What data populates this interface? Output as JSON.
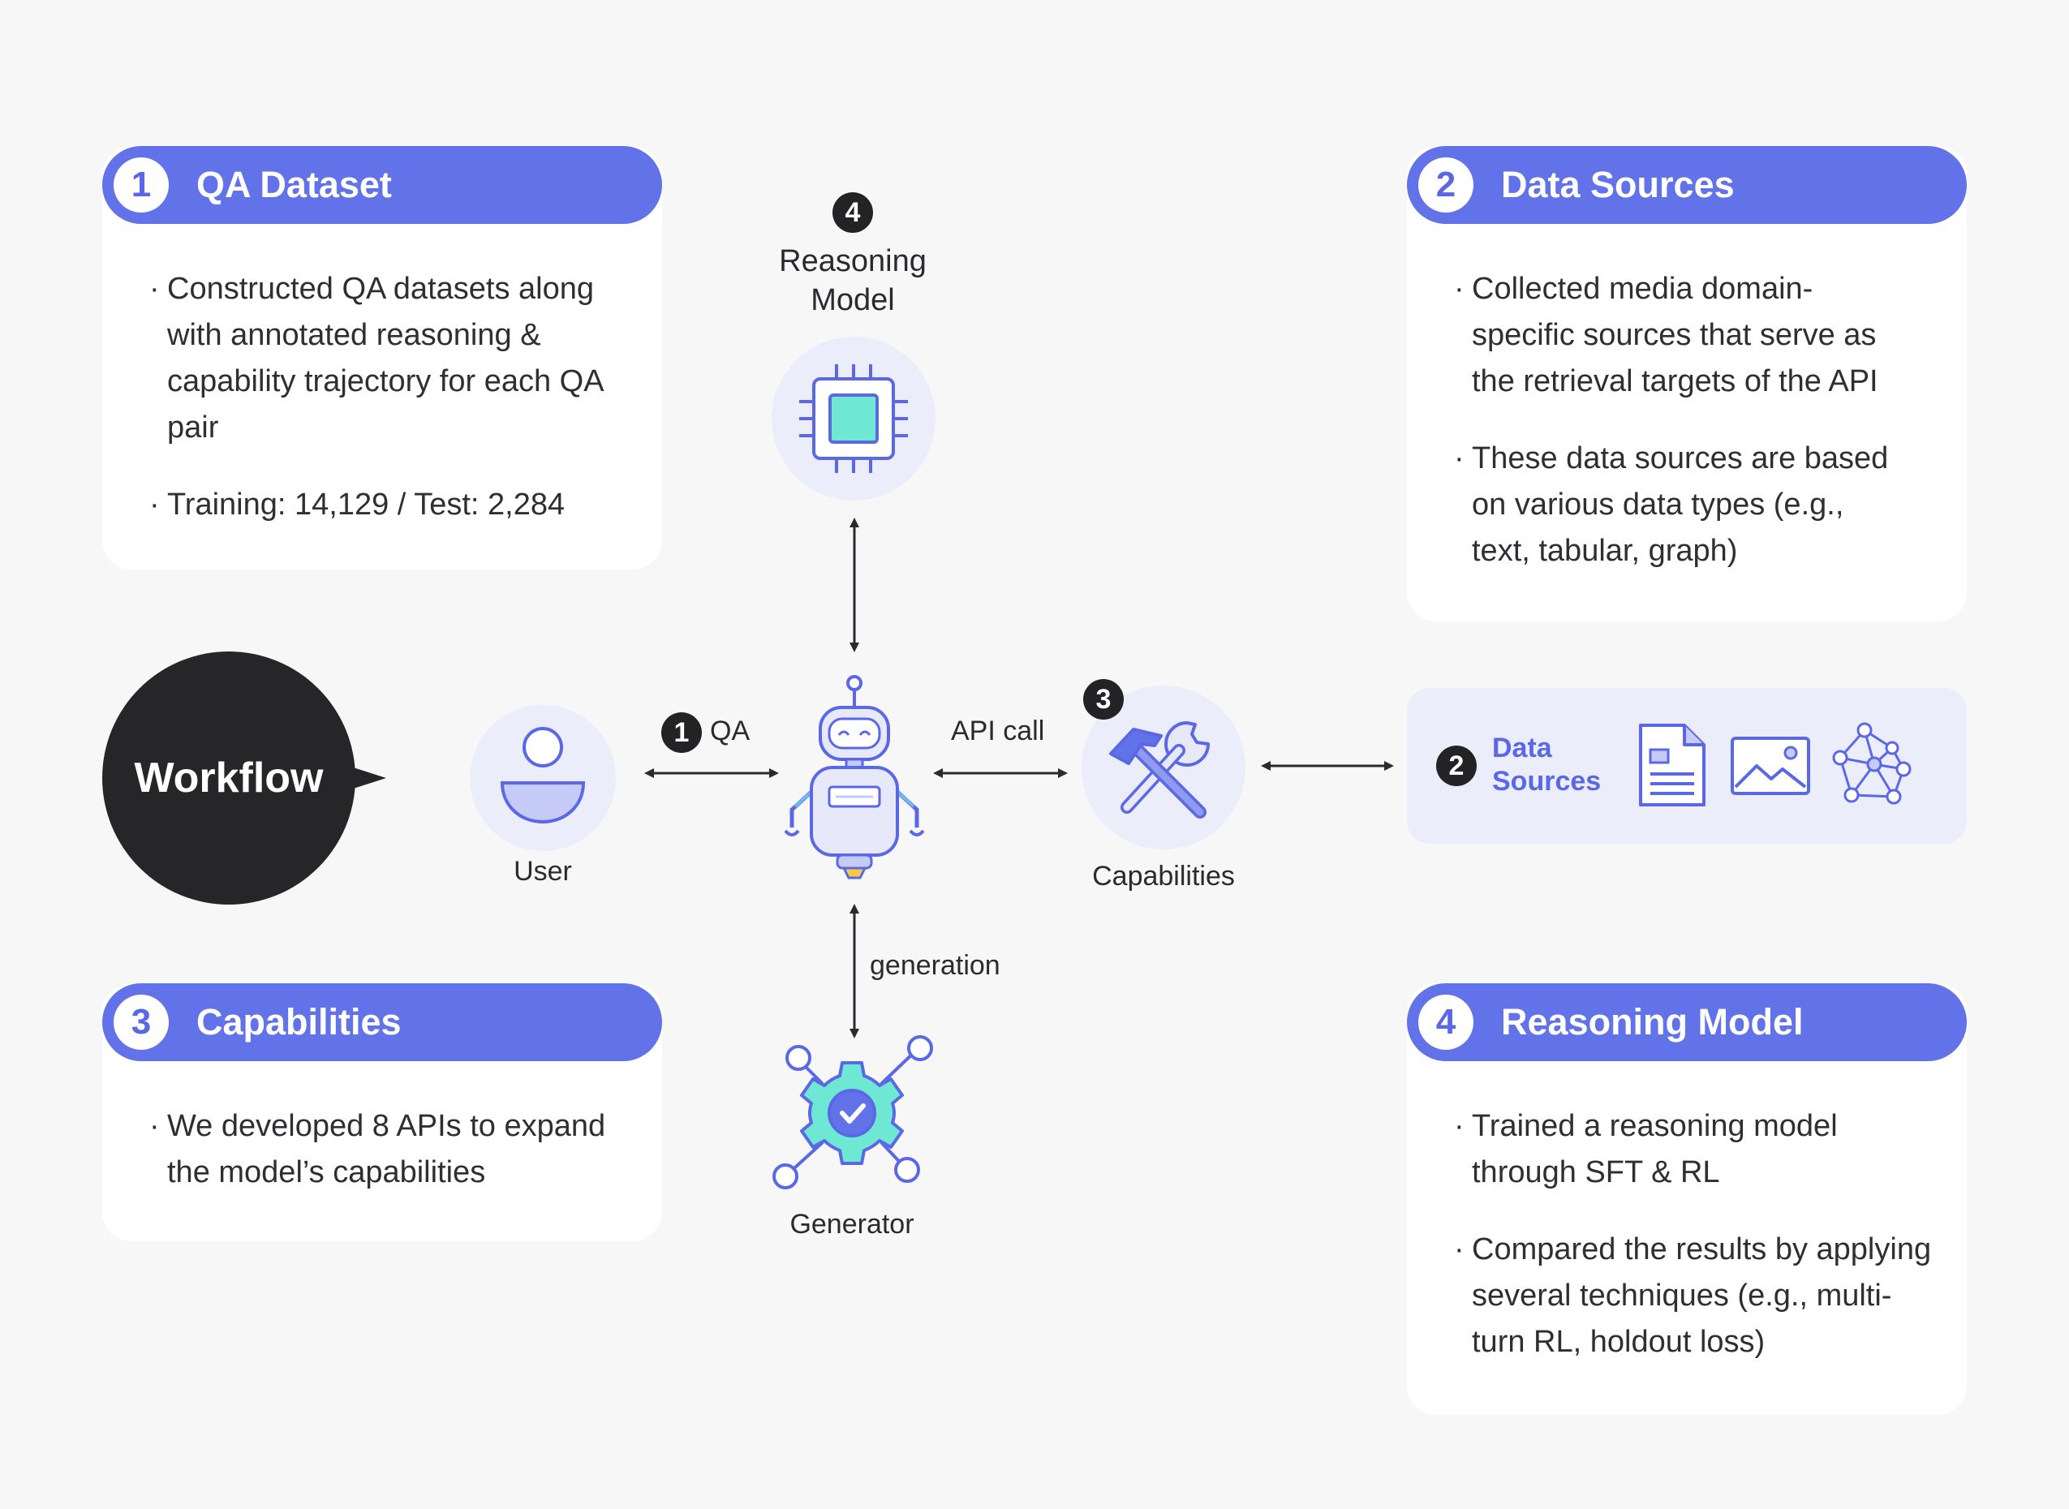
{
  "cards": {
    "qa_dataset": {
      "number": "1",
      "title": "QA Dataset",
      "bullets": [
        "Constructed QA datasets along with annotated reasoning & capability trajectory for each QA pair",
        "Training: 14,129 / Test: 2,284"
      ]
    },
    "data_sources": {
      "number": "2",
      "title": "Data Sources",
      "bullets": [
        "Collected media domain-specific sources that serve as the retrieval targets of the API",
        "These data sources are based on various data types (e.g., text, tabular, graph)"
      ]
    },
    "capabilities": {
      "number": "3",
      "title": "Capabilities",
      "bullets": [
        "We developed 8 APIs to expand the model’s capabilities"
      ]
    },
    "reasoning_model": {
      "number": "4",
      "title": "Reasoning Model",
      "bullets": [
        "Trained a reasoning model through SFT & RL",
        "Compared the results by applying several techniques (e.g., multi-turn RL, holdout loss)"
      ]
    }
  },
  "workflow": {
    "label": "Workflow",
    "user_label": "User",
    "qa_number": "1",
    "qa_label": "QA",
    "api_call_label": "API call",
    "capabilities_number": "3",
    "capabilities_label": "Capabilities",
    "reasoning_number": "4",
    "reasoning_label_line1": "Reasoning",
    "reasoning_label_line2": "Model",
    "generation_label": "generation",
    "generator_label": "Generator",
    "data_sources_number": "2",
    "data_sources_line1": "Data",
    "data_sources_line2": "Sources",
    "data_source_icons": [
      "document-icon",
      "image-icon",
      "graph-icon"
    ]
  },
  "colors": {
    "accent": "#6272e8",
    "icon_stroke": "#5a68e6",
    "chip_fill": "#6ee8d3",
    "circle_bg": "#ecedfb",
    "dark": "#232325"
  }
}
